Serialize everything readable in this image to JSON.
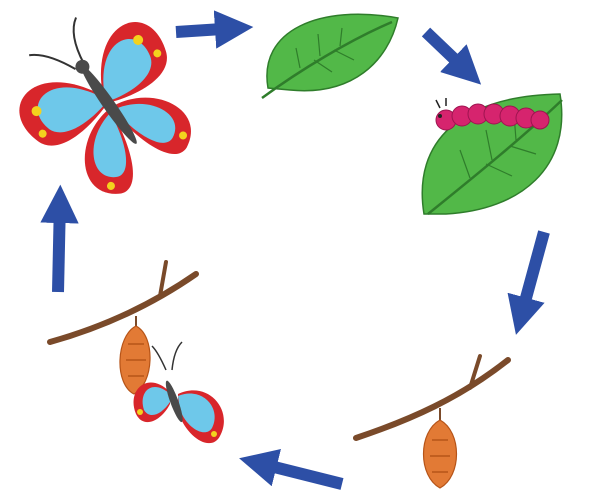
{
  "diagram": {
    "type": "cycle",
    "stages": [
      {
        "id": "butterfly",
        "icon": "butterfly-icon"
      },
      {
        "id": "leaf",
        "icon": "leaf-icon"
      },
      {
        "id": "caterpillar",
        "icon": "caterpillar-on-leaf-icon"
      },
      {
        "id": "pupa",
        "icon": "chrysalis-on-twig-icon"
      },
      {
        "id": "emerging",
        "icon": "butterfly-emerging-from-chrysalis-icon"
      }
    ],
    "arrow_direction": "clockwise"
  },
  "colors": {
    "arrow": "#2d4fa6",
    "wing_outer": "#d8262b",
    "wing_inner": "#6ec8ea",
    "wing_spot": "#f3d21e",
    "leaf": "#52b848",
    "leaf_dark": "#2f7d2b",
    "caterpillar": "#d6246e",
    "chrysalis": "#e27a35",
    "twig": "#7a4a2a"
  }
}
